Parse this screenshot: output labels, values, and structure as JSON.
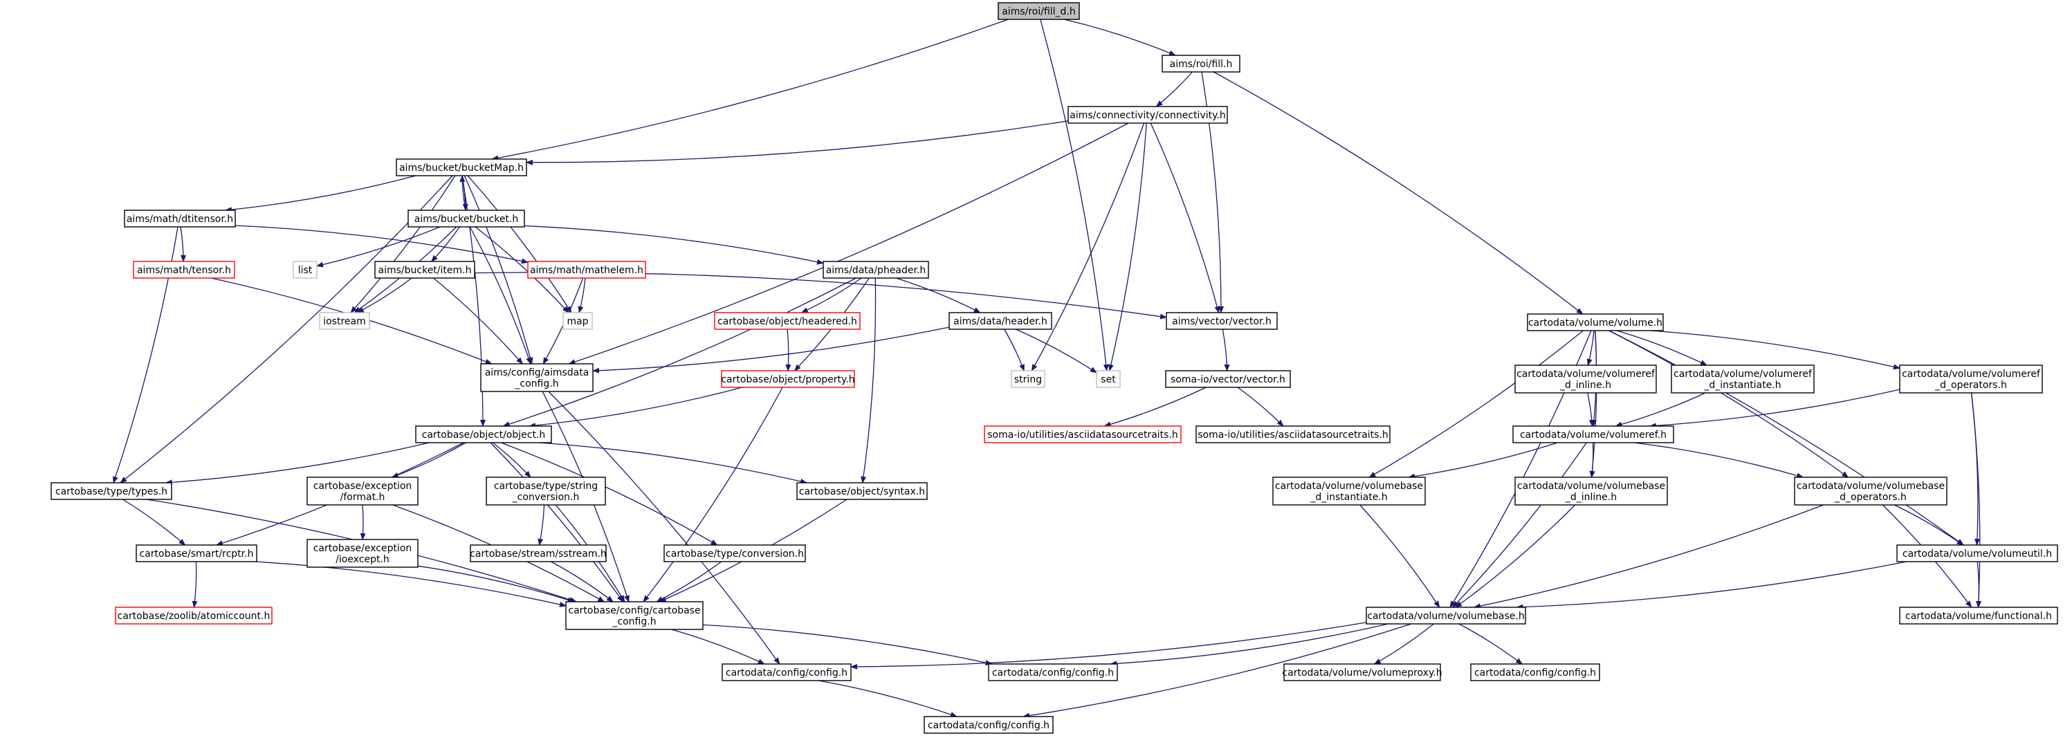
{
  "diagram": {
    "nodes": [
      {
        "id": "root",
        "lines": [
          "aims/roi/fill_d.h"
        ],
        "kind": "root"
      },
      {
        "id": "fillh",
        "lines": [
          "aims/roi/fill.h"
        ],
        "kind": "normal"
      },
      {
        "id": "conn",
        "lines": [
          "aims/connectivity/connectivity.h"
        ],
        "kind": "normal"
      },
      {
        "id": "bucketMap",
        "lines": [
          "aims/bucket/bucketMap.h"
        ],
        "kind": "normal"
      },
      {
        "id": "dtitensor",
        "lines": [
          "aims/math/dtitensor.h"
        ],
        "kind": "normal"
      },
      {
        "id": "bucket",
        "lines": [
          "aims/bucket/bucket.h"
        ],
        "kind": "normal"
      },
      {
        "id": "tensor",
        "lines": [
          "aims/math/tensor.h"
        ],
        "kind": "missing"
      },
      {
        "id": "list",
        "lines": [
          "list"
        ],
        "kind": "system"
      },
      {
        "id": "item",
        "lines": [
          "aims/bucket/item.h"
        ],
        "kind": "normal"
      },
      {
        "id": "mathelem",
        "lines": [
          "aims/math/mathelem.h"
        ],
        "kind": "missing"
      },
      {
        "id": "pheader",
        "lines": [
          "aims/data/pheader.h"
        ],
        "kind": "normal"
      },
      {
        "id": "iostream",
        "lines": [
          "iostream"
        ],
        "kind": "system"
      },
      {
        "id": "map",
        "lines": [
          "map"
        ],
        "kind": "system"
      },
      {
        "id": "headered",
        "lines": [
          "cartobase/object/headered.h"
        ],
        "kind": "missing"
      },
      {
        "id": "header",
        "lines": [
          "aims/data/header.h"
        ],
        "kind": "normal"
      },
      {
        "id": "vector",
        "lines": [
          "aims/vector/vector.h"
        ],
        "kind": "normal"
      },
      {
        "id": "aimsconfig",
        "lines": [
          "aims/config/aimsdata",
          "_config.h"
        ],
        "kind": "normal"
      },
      {
        "id": "property",
        "lines": [
          "cartobase/object/property.h"
        ],
        "kind": "missing"
      },
      {
        "id": "string",
        "lines": [
          "string"
        ],
        "kind": "system"
      },
      {
        "id": "set",
        "lines": [
          "set"
        ],
        "kind": "system"
      },
      {
        "id": "somavector",
        "lines": [
          "soma-io/vector/vector.h"
        ],
        "kind": "normal"
      },
      {
        "id": "object",
        "lines": [
          "cartobase/object/object.h"
        ],
        "kind": "normal"
      },
      {
        "id": "asciired",
        "lines": [
          "soma-io/utilities/asciidatasourcetraits.h"
        ],
        "kind": "missing"
      },
      {
        "id": "ascii",
        "lines": [
          "soma-io/utilities/asciidatasourcetraits.h"
        ],
        "kind": "normal"
      },
      {
        "id": "types",
        "lines": [
          "cartobase/type/types.h"
        ],
        "kind": "normal"
      },
      {
        "id": "format",
        "lines": [
          "cartobase/exception",
          "/format.h"
        ],
        "kind": "normal"
      },
      {
        "id": "stringconv",
        "lines": [
          "cartobase/type/string",
          "_conversion.h"
        ],
        "kind": "normal"
      },
      {
        "id": "syntax",
        "lines": [
          "cartobase/object/syntax.h"
        ],
        "kind": "normal"
      },
      {
        "id": "rcptr",
        "lines": [
          "cartobase/smart/rcptr.h"
        ],
        "kind": "normal"
      },
      {
        "id": "ioexcept",
        "lines": [
          "cartobase/exception",
          "/ioexcept.h"
        ],
        "kind": "normal"
      },
      {
        "id": "sstream",
        "lines": [
          "cartobase/stream/sstream.h"
        ],
        "kind": "normal"
      },
      {
        "id": "conversion",
        "lines": [
          "cartobase/type/conversion.h"
        ],
        "kind": "normal"
      },
      {
        "id": "atomic",
        "lines": [
          "cartobase/zoolib/atomiccount.h"
        ],
        "kind": "missing"
      },
      {
        "id": "cbconfig",
        "lines": [
          "cartobase/config/cartobase",
          "_config.h"
        ],
        "kind": "normal"
      },
      {
        "id": "cdconfig1",
        "lines": [
          "cartodata/config/config.h"
        ],
        "kind": "normal"
      },
      {
        "id": "cdconfig2",
        "lines": [
          "cartodata/config/config.h"
        ],
        "kind": "normal"
      },
      {
        "id": "cdconfig3",
        "lines": [
          "cartodata/config/config.h"
        ],
        "kind": "normal"
      },
      {
        "id": "cdconfig4",
        "lines": [
          "cartodata/config/config.h"
        ],
        "kind": "normal"
      },
      {
        "id": "volume",
        "lines": [
          "cartodata/volume/volume.h"
        ],
        "kind": "normal"
      },
      {
        "id": "vrinline",
        "lines": [
          "cartodata/volume/volumeref",
          "_d_inline.h"
        ],
        "kind": "normal"
      },
      {
        "id": "vrinst",
        "lines": [
          "cartodata/volume/volumeref",
          "_d_instantiate.h"
        ],
        "kind": "normal"
      },
      {
        "id": "vrops",
        "lines": [
          "cartodata/volume/volumeref",
          "_d_operators.h"
        ],
        "kind": "normal"
      },
      {
        "id": "volumeref",
        "lines": [
          "cartodata/volume/volumeref.h"
        ],
        "kind": "normal"
      },
      {
        "id": "vbinst",
        "lines": [
          "cartodata/volume/volumebase",
          "_d_instantiate.h"
        ],
        "kind": "normal"
      },
      {
        "id": "vbinline",
        "lines": [
          "cartodata/volume/volumebase",
          "_d_inline.h"
        ],
        "kind": "normal"
      },
      {
        "id": "vbops",
        "lines": [
          "cartodata/volume/volumebase",
          "_d_operators.h"
        ],
        "kind": "normal"
      },
      {
        "id": "volumeutil",
        "lines": [
          "cartodata/volume/volumeutil.h"
        ],
        "kind": "normal"
      },
      {
        "id": "volumebase",
        "lines": [
          "cartodata/volume/volumebase.h"
        ],
        "kind": "normal"
      },
      {
        "id": "functional",
        "lines": [
          "cartodata/volume/functional.h"
        ],
        "kind": "normal"
      },
      {
        "id": "volumeproxy",
        "lines": [
          "cartodata/volume/volumeproxy.h"
        ],
        "kind": "normal"
      }
    ],
    "edges": [
      [
        "root",
        "fillh"
      ],
      [
        "root",
        "bucketMap"
      ],
      [
        "root",
        "set"
      ],
      [
        "fillh",
        "conn"
      ],
      [
        "fillh",
        "vector"
      ],
      [
        "fillh",
        "volume"
      ],
      [
        "conn",
        "bucketMap"
      ],
      [
        "conn",
        "vector"
      ],
      [
        "conn",
        "aimsconfig"
      ],
      [
        "conn",
        "string"
      ],
      [
        "conn",
        "set"
      ],
      [
        "bucketMap",
        "bucket"
      ],
      [
        "bucketMap",
        "dtitensor"
      ],
      [
        "bucketMap",
        "types"
      ],
      [
        "bucketMap",
        "object"
      ],
      [
        "bucketMap",
        "iostream"
      ],
      [
        "bucketMap",
        "map"
      ],
      [
        "bucketMap",
        "aimsconfig"
      ],
      [
        "bucket",
        "bucketMap"
      ],
      [
        "bucket",
        "list"
      ],
      [
        "bucket",
        "item"
      ],
      [
        "bucket",
        "iostream"
      ],
      [
        "bucket",
        "map"
      ],
      [
        "bucket",
        "aimsconfig"
      ],
      [
        "bucket",
        "pheader"
      ],
      [
        "dtitensor",
        "tensor"
      ],
      [
        "dtitensor",
        "mathelem"
      ],
      [
        "dtitensor",
        "types"
      ],
      [
        "tensor",
        "aimsconfig"
      ],
      [
        "item",
        "iostream"
      ],
      [
        "item",
        "aimsconfig"
      ],
      [
        "item",
        "vector"
      ],
      [
        "mathelem",
        "map"
      ],
      [
        "mathelem",
        "aimsconfig"
      ],
      [
        "pheader",
        "headered"
      ],
      [
        "pheader",
        "header"
      ],
      [
        "pheader",
        "property"
      ],
      [
        "pheader",
        "syntax"
      ],
      [
        "pheader",
        "object"
      ],
      [
        "headered",
        "property"
      ],
      [
        "header",
        "aimsconfig"
      ],
      [
        "header",
        "string"
      ],
      [
        "header",
        "set"
      ],
      [
        "vector",
        "somavector"
      ],
      [
        "somavector",
        "asciired"
      ],
      [
        "somavector",
        "ascii"
      ],
      [
        "aimsconfig",
        "cbconfig"
      ],
      [
        "aimsconfig",
        "cdconfig1"
      ],
      [
        "property",
        "object"
      ],
      [
        "property",
        "cbconfig"
      ],
      [
        "object",
        "types"
      ],
      [
        "object",
        "format"
      ],
      [
        "object",
        "stringconv"
      ],
      [
        "object",
        "syntax"
      ],
      [
        "object",
        "rcptr"
      ],
      [
        "object",
        "conversion"
      ],
      [
        "object",
        "cbconfig"
      ],
      [
        "types",
        "rcptr"
      ],
      [
        "types",
        "cbconfig"
      ],
      [
        "format",
        "ioexcept"
      ],
      [
        "format",
        "cbconfig"
      ],
      [
        "stringconv",
        "sstream"
      ],
      [
        "stringconv",
        "cbconfig"
      ],
      [
        "syntax",
        "cbconfig"
      ],
      [
        "rcptr",
        "atomic"
      ],
      [
        "rcptr",
        "cbconfig"
      ],
      [
        "ioexcept",
        "cbconfig"
      ],
      [
        "sstream",
        "cbconfig"
      ],
      [
        "conversion",
        "cbconfig"
      ],
      [
        "cbconfig",
        "cdconfig1"
      ],
      [
        "cbconfig",
        "cdconfig2"
      ],
      [
        "cdconfig1",
        "cdconfig4"
      ],
      [
        "volume",
        "vrinline"
      ],
      [
        "volume",
        "vrinst"
      ],
      [
        "volume",
        "vrops"
      ],
      [
        "volume",
        "volumeref"
      ],
      [
        "volume",
        "vbinst"
      ],
      [
        "volume",
        "vbinline"
      ],
      [
        "volume",
        "vbops"
      ],
      [
        "volume",
        "volumeutil"
      ],
      [
        "volume",
        "volumebase"
      ],
      [
        "vrinline",
        "volumeref"
      ],
      [
        "vrinst",
        "volumeref"
      ],
      [
        "vrops",
        "volumeref"
      ],
      [
        "vrops",
        "volumeutil"
      ],
      [
        "vrops",
        "functional"
      ],
      [
        "volumeref",
        "vbinst"
      ],
      [
        "volumeref",
        "vbinline"
      ],
      [
        "volumeref",
        "vbops"
      ],
      [
        "volumeref",
        "volumebase"
      ],
      [
        "vbinst",
        "volumebase"
      ],
      [
        "vbinline",
        "volumebase"
      ],
      [
        "vbops",
        "volumebase"
      ],
      [
        "vbops",
        "volumeutil"
      ],
      [
        "vbops",
        "functional"
      ],
      [
        "volumeutil",
        "volumebase"
      ],
      [
        "volumeutil",
        "functional"
      ],
      [
        "volumebase",
        "cdconfig1"
      ],
      [
        "volumebase",
        "cdconfig2"
      ],
      [
        "volumebase",
        "volumeproxy"
      ],
      [
        "volumebase",
        "cdconfig3"
      ],
      [
        "volumebase",
        "cdconfig4"
      ]
    ],
    "colors": {
      "edge": "#191970",
      "normal_border": "#000000",
      "missing_border": "#ff0000",
      "system_border": "#bfbfbf",
      "root_fill": "#bfbfbf",
      "text": "#000000"
    }
  }
}
